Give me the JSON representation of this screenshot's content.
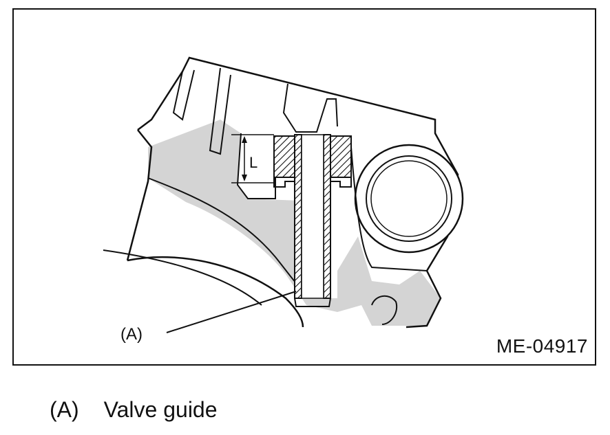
{
  "figure": {
    "id_label": "ME-04917",
    "dimension_label": "L",
    "callout_label": "(A)"
  },
  "legend": {
    "items": [
      {
        "key": "(A)",
        "text": "Valve guide"
      }
    ]
  },
  "colors": {
    "line": "#111111",
    "section_fill": "#d4d4d4",
    "background": "#ffffff"
  }
}
